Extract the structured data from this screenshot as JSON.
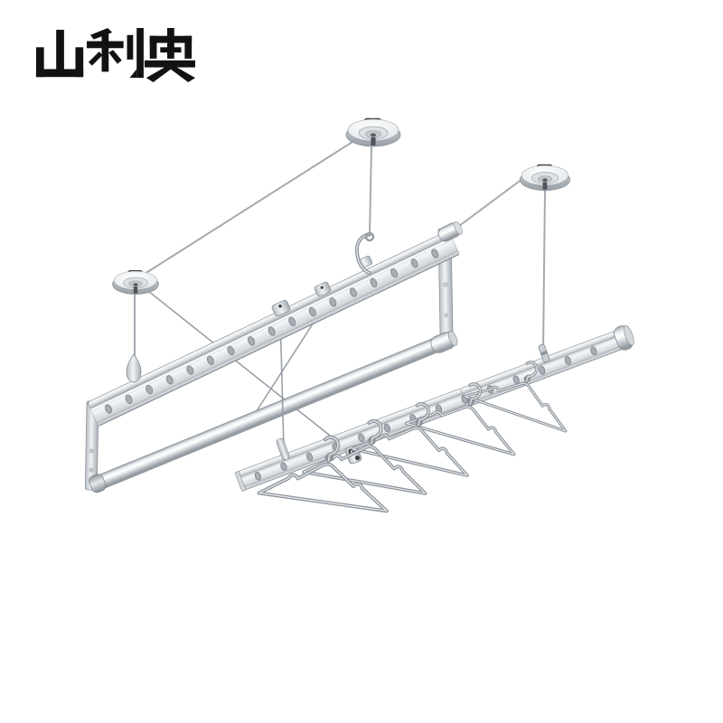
{
  "brand": {
    "name": "山利奥"
  },
  "product": {
    "description": "Ceiling-mounted lifting clothes drying rack with two aluminium rods, three ceiling pulley mounts, lifting cables and five wire hangers",
    "hanger_count": 5,
    "ceiling_mount_count": 3,
    "rod_count": 2
  },
  "colors": {
    "background": "#ffffff",
    "brand_text": "#121212",
    "metal_light": "#f2f4f6",
    "metal_mid": "#c7ccd1",
    "metal_dark": "#8f969d",
    "cable": "#a4aab0"
  }
}
